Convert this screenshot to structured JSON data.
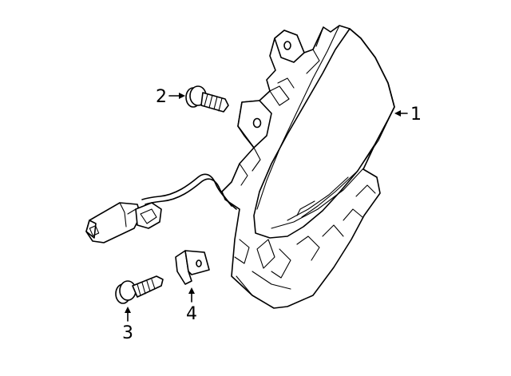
{
  "callouts": [
    {
      "id": "1",
      "label": "1",
      "part": "lamp-assembly"
    },
    {
      "id": "2",
      "label": "2",
      "part": "bolt-upper"
    },
    {
      "id": "3",
      "label": "3",
      "part": "bolt-lower"
    },
    {
      "id": "4",
      "label": "4",
      "part": "clip-nut"
    }
  ],
  "colors": {
    "line": "#000000",
    "background": "#ffffff"
  }
}
